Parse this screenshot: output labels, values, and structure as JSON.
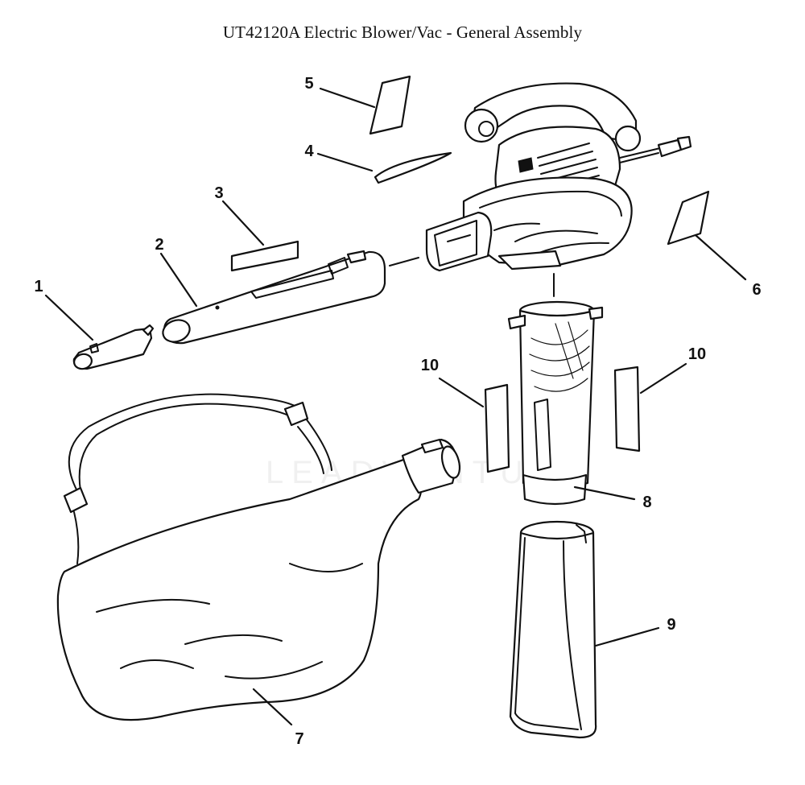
{
  "title": "UT42120A Electric Blower/Vac - General Assembly",
  "watermark": "LEADVENTURE",
  "callouts": {
    "c1": "1",
    "c2": "2",
    "c3": "3",
    "c4": "4",
    "c5": "5",
    "c6": "6",
    "c7": "7",
    "c8": "8",
    "c9": "9",
    "c10_left": "10",
    "c10_right": "10"
  }
}
